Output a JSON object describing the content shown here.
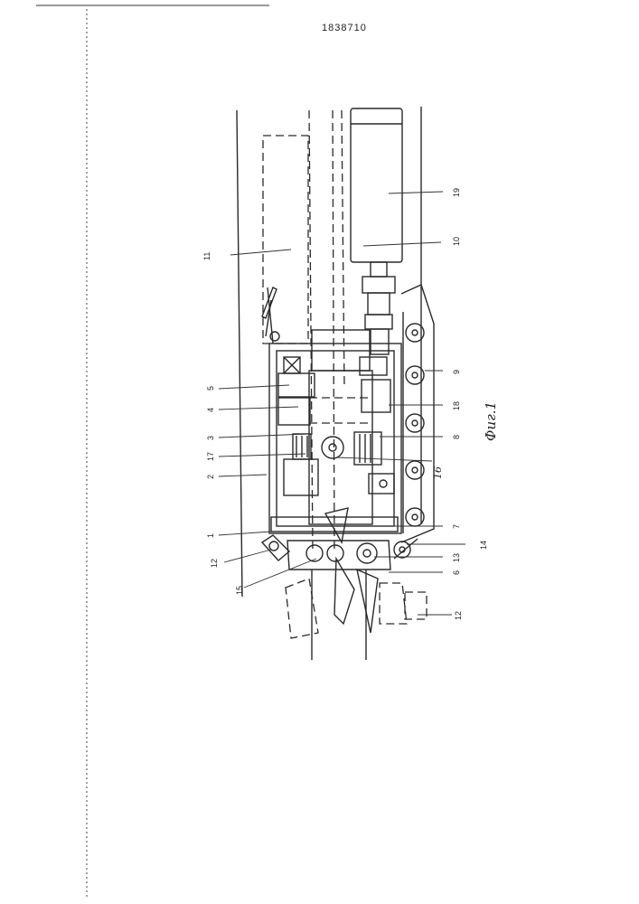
{
  "document": {
    "number": "1838710",
    "figure_caption": "Фиг.1"
  },
  "labels": {
    "l1": "1",
    "l2": "2",
    "l3": "3",
    "l4": "4",
    "l5": "5",
    "l6": "6",
    "l7": "7",
    "l8": "8",
    "l9": "9",
    "l10": "10",
    "l11": "11",
    "l12a": "12",
    "l12b": "12",
    "l13": "13",
    "l14": "14",
    "l15": "15",
    "l16": "16",
    "l17": "17",
    "l18": "18",
    "l19": "19"
  }
}
